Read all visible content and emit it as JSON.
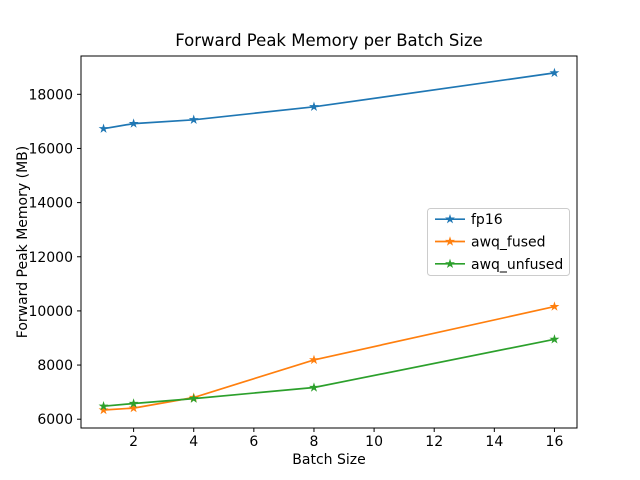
{
  "chart_data": {
    "type": "line",
    "title": "Forward Peak Memory per Batch Size",
    "xlabel": "Batch Size",
    "ylabel": "Forward Peak Memory (MB)",
    "x": [
      1,
      2,
      4,
      8,
      16
    ],
    "series": [
      {
        "name": "fp16",
        "color": "#1f77b4",
        "values": [
          16730,
          16920,
          17060,
          17540,
          18790
        ]
      },
      {
        "name": "awq_fused",
        "color": "#ff7f0e",
        "values": [
          6340,
          6410,
          6800,
          8190,
          10160
        ]
      },
      {
        "name": "awq_unfused",
        "color": "#2ca02c",
        "values": [
          6480,
          6580,
          6760,
          7170,
          8950
        ]
      }
    ],
    "marker": "star",
    "xticks": [
      2,
      4,
      6,
      8,
      10,
      12,
      14,
      16
    ],
    "yticks": [
      6000,
      8000,
      10000,
      12000,
      14000,
      16000,
      18000
    ],
    "xlim": [
      0.25,
      16.75
    ],
    "ylim": [
      5675,
      19415
    ],
    "grid": false,
    "legend": {
      "position": "center-right",
      "entries": [
        "fp16",
        "awq_fused",
        "awq_unfused"
      ]
    },
    "background_color": "#ffffff",
    "spine_color": "#000000"
  }
}
